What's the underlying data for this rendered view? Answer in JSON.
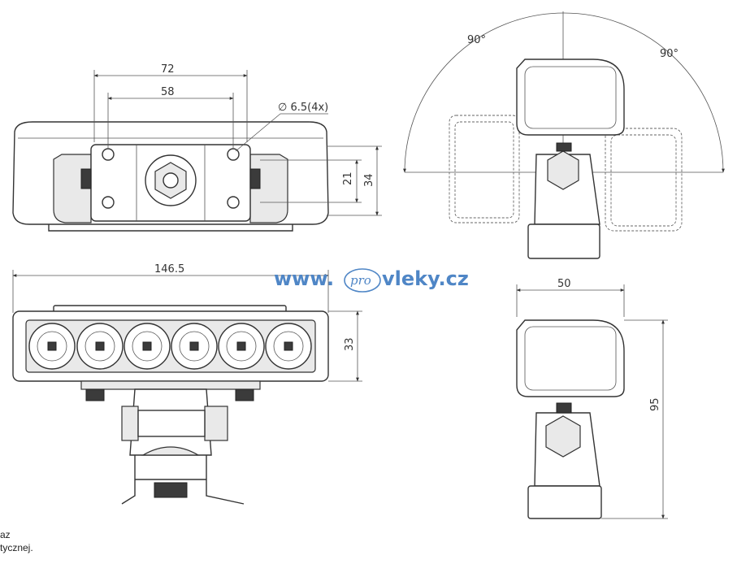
{
  "dimensions": {
    "front_width_outer": "72",
    "front_width_inner": "58",
    "hole_spec": "∅ 6.5(4x)",
    "front_height_21": "21",
    "front_height_34": "34",
    "lamp_width": "146.5",
    "lamp_height": "33",
    "side_width": "50",
    "side_height": "95",
    "angle_left": "90°",
    "angle_right": "90°"
  },
  "watermark": {
    "left": "www.",
    "pro": "pro",
    "right": "vleky.cz"
  },
  "captions": {
    "line1": "az",
    "line2": "tycznej."
  },
  "colors": {
    "watermark": "#4f86c6",
    "line": "#333333"
  }
}
